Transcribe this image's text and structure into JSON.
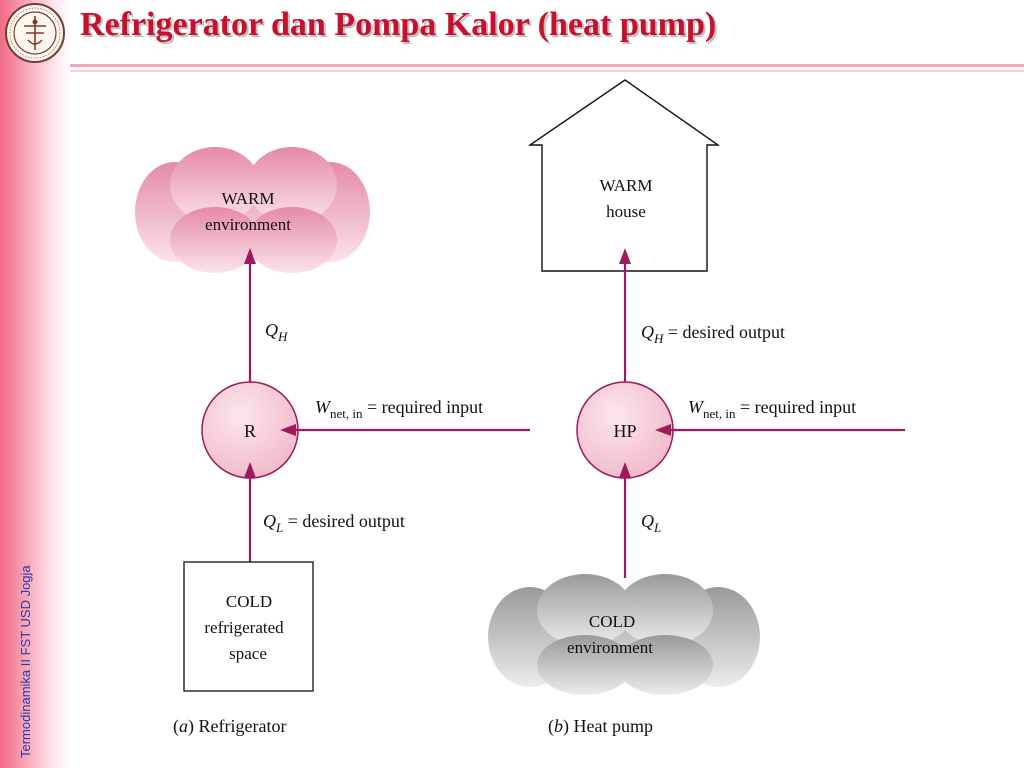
{
  "slide": {
    "title": "Refrigerator dan Pompa Kalor (heat pump)",
    "sidebar_text": "Termodinamika II FST USD Jogja"
  },
  "refrigerator": {
    "warm_line1": "WARM",
    "warm_line2": "environment",
    "qh_symbol": "Q",
    "qh_sub": "H",
    "device": "R",
    "w_symbol": "W",
    "w_sub": "net, in",
    "w_text": " = required input",
    "ql_symbol": "Q",
    "ql_sub": "L",
    "ql_text": " = desired output",
    "cold_line1": "COLD",
    "cold_line2": "refrigerated",
    "cold_line3": "space",
    "caption_letter": "a",
    "caption_text": " Refrigerator"
  },
  "heat_pump": {
    "warm_line1": "WARM",
    "warm_line2": "house",
    "qh_symbol": "Q",
    "qh_sub": "H",
    "qh_text": " = desired output",
    "device": "HP",
    "w_symbol": "W",
    "w_sub": "net, in",
    "w_text": " = required input",
    "ql_symbol": "Q",
    "ql_sub": "L",
    "cold_line1": "COLD",
    "cold_line2": "environment",
    "caption_letter": "b",
    "caption_text": " Heat pump"
  },
  "colors": {
    "arrow": "#a0195e",
    "circle_fill": "#f6c9d6",
    "warm_cloud": "#eeacc0",
    "cold_cloud": "#bdbdbd",
    "title": "#c8102e"
  }
}
